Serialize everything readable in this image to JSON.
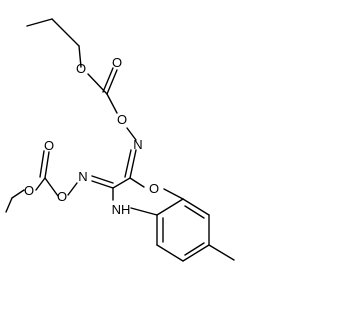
{
  "molecule": {
    "atoms": {
      "o_ring": "O",
      "nh_ring": "NH",
      "n_upper_oxime": "N",
      "o_upper_oxime": "O",
      "o_upper_carbonyl": "O",
      "o_upper_ester": "O",
      "n_lower_oxime": "N",
      "o_lower_oxime": "O",
      "o_lower_carbonyl": "O",
      "o_lower_ester": "O"
    }
  }
}
